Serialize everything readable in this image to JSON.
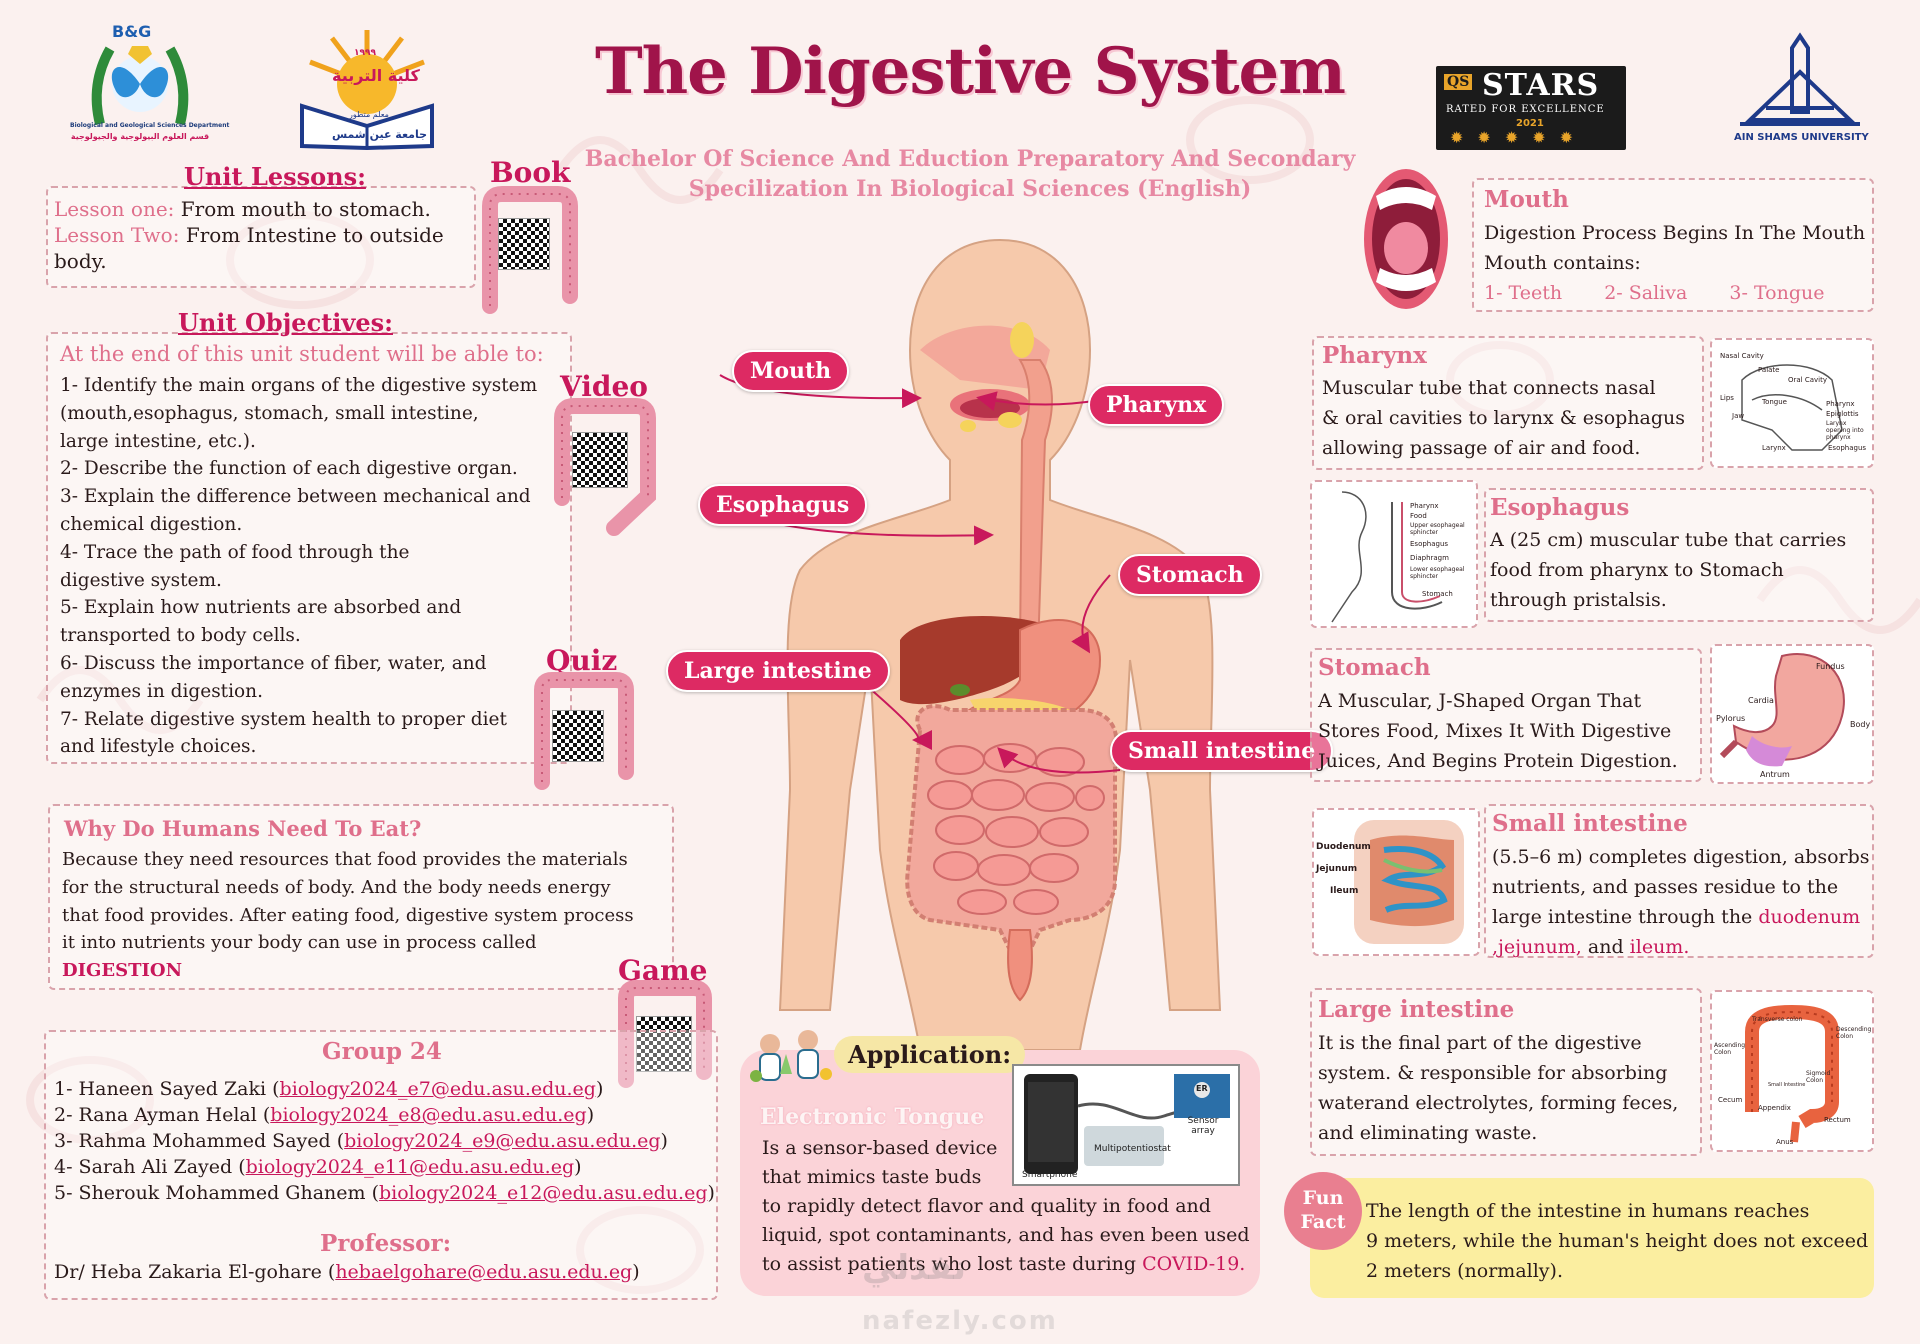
{
  "title": "The Digestive System",
  "subtitle_line1": "Bachelor Of Science And Eduction Preparatory And Secondary",
  "subtitle_line2": "Specilization In Biological Sciences (English)",
  "logos": {
    "bg_top": "B&G",
    "bg_caption_en": "Biological and Geological Sciences Department",
    "bg_caption_ar": "قسم العلوم البيولوجية والجيولوجية",
    "faculty_ar": "كلية التربية",
    "faculty_year": "١٩٩٩",
    "faculty_book_ar": "جامعة عين شمس",
    "faculty_sub_ar": "معلم متطور",
    "qs_line1": "QS",
    "qs_line2": "STARS",
    "qs_line3": "RATED FOR EXCELLENCE",
    "qs_year": "2021",
    "ain_shams": "AIN SHAMS UNIVERSITY"
  },
  "lessons": {
    "heading": "Unit Lessons:",
    "items": [
      {
        "label": "Lesson one:",
        "text": "From mouth to stomach."
      },
      {
        "label": "Lesson Two:",
        "text": "From Intestine to outside body."
      }
    ]
  },
  "qr_labels": {
    "book": "Book",
    "video": "Video",
    "quiz": "Quiz",
    "game": "Game"
  },
  "objectives": {
    "heading": "Unit Objectives:",
    "intro": "At the end of this unit student will be able to:",
    "items": [
      "1- Identify the main organs of the digestive system",
      "(mouth,esophagus, stomach, small intestine,",
      "large intestine, etc.).",
      "2- Describe the function of each digestive organ.",
      "3- Explain the difference between mechanical and",
      "chemical digestion.",
      "4- Trace the path of food through the",
      "digestive system.",
      "5- Explain how nutrients are absorbed and",
      "transported to body cells.",
      "6- Discuss the importance of fiber, water, and",
      "enzymes in digestion.",
      "7- Relate digestive system health to proper diet",
      "and lifestyle choices."
    ]
  },
  "why_eat": {
    "heading": "Why Do Humans Need To Eat?",
    "lines": [
      "Because they need resources that food provides the materials",
      "for the structural needs of body. And the body needs energy",
      "that food provides. After eating food, digestive system process",
      "it into nutrients your body can use in process called"
    ],
    "keyword": "DIGESTION"
  },
  "group": {
    "heading": "Group 24",
    "members": [
      {
        "name": "1- Haneen Sayed Zaki (",
        "email": "biology2024_e7@edu.asu.edu.eg",
        "close": ")"
      },
      {
        "name": "2- Rana Ayman Helal (",
        "email": "biology2024_e8@edu.asu.edu.eg",
        "close": ")"
      },
      {
        "name": "3- Rahma Mohammed Sayed (",
        "email": "biology2024_e9@edu.asu.edu.eg",
        "close": ")"
      },
      {
        "name": "4- Sarah Ali Zayed (",
        "email": "biology2024_e11@edu.asu.edu.eg",
        "close": ")"
      },
      {
        "name": "5- Sherouk Mohammed Ghanem (",
        "email": "biology2024_e12@edu.asu.edu.eg",
        "close": ")"
      }
    ],
    "prof_heading": "Professor:",
    "prof_name": "Dr/ Heba Zakaria El-gohare (",
    "prof_email": "hebaelgohare@edu.asu.edu.eg",
    "prof_close": ")"
  },
  "organ_pills": {
    "mouth": "Mouth",
    "pharynx": "Pharynx",
    "esophagus": "Esophagus",
    "stomach": "Stomach",
    "large_intestine": "Large intestine",
    "small_intestine": "Small intestine"
  },
  "application": {
    "heading": "Application:",
    "title": "Electronic Tongue",
    "lines_narrow": [
      "Is a sensor-based device",
      "that mimics taste buds"
    ],
    "lines_wide": [
      "to rapidly detect flavor and quality in food and",
      "liquid, spot contaminants, and has even been used"
    ],
    "last_line": "to assist patients who lost taste during",
    "covid": "COVID-19.",
    "device_labels": {
      "sensor": "Sensor array",
      "multi": "Multipotentiostat",
      "phone": "Smartphone",
      "er": "ER"
    }
  },
  "mouth": {
    "heading": "Mouth",
    "line1": "Digestion Process Begins In The Mouth",
    "line2": "Mouth contains:",
    "items": [
      "1- Teeth",
      "2- Saliva",
      "3- Tongue"
    ]
  },
  "pharynx": {
    "heading": "Pharynx",
    "lines": [
      "Muscular tube that connects nasal",
      "& oral cavities to larynx & esophagus",
      "allowing passage of air and food."
    ],
    "diagram_labels": [
      "Nasal Cavity",
      "Palate",
      "Oral Cavity",
      "Lips",
      "Tongue",
      "Jaw",
      "Pharynx",
      "Epiglottis",
      "Larynx opening into pharynx",
      "Larynx",
      "Esophagus"
    ]
  },
  "esophagus": {
    "heading": "Esophagus",
    "lines": [
      "A (25 cm) muscular tube that carries",
      "food from pharynx to Stomach",
      "through pristalsis."
    ],
    "diagram_labels": [
      "Pharynx",
      "Food",
      "Upper esophageal sphincter",
      "Esophagus",
      "Diaphragm",
      "Lower esophageal sphincter",
      "Stomach"
    ]
  },
  "stomach": {
    "heading": "Stomach",
    "lines": [
      "A Muscular, J-Shaped Organ That",
      "Stores Food, Mixes It With Digestive",
      "Juices, And Begins Protein Digestion."
    ],
    "diagram_labels": [
      "Fundus",
      "Cardia",
      "Pylorus",
      "Body",
      "Antrum"
    ]
  },
  "small_intestine": {
    "heading": "Small intestine",
    "lines": [
      "(5.5–6 m) completes digestion, absorbs",
      "nutrients, and passes residue to the"
    ],
    "line3_prefix": "large intestine through the",
    "duodenum": "duodenum",
    "jejunum": ",jejunum,",
    "and": "and",
    "ileum": "ileum.",
    "diagram_labels": [
      "Duodenum",
      "Jejunum",
      "Ileum"
    ]
  },
  "large_intestine": {
    "heading": "Large intestine",
    "lines": [
      "It is the final part of the digestive",
      "system. & responsible for absorbing",
      "waterand electrolytes, forming feces,",
      "and eliminating waste."
    ],
    "diagram_labels": [
      "Transverse colon",
      "Descending Colon",
      "Ascending Colon",
      "Small Intestine",
      "Sigmoid Colon",
      "Cecum",
      "Appendix",
      "Rectum",
      "Anus"
    ]
  },
  "fun_fact": {
    "badge_line1": "Fun",
    "badge_line2": "Fact",
    "lines": [
      "The length of the intestine in humans reaches",
      "9 meters, while the human's height does not exceed",
      "2 meters (normally)."
    ]
  },
  "watermark": {
    "ar": "نفذلي",
    "en": "nafezly.com"
  },
  "colors": {
    "accent": "#c8185b",
    "pill": "#dd2a63",
    "light": "#df6f8b",
    "fact_bg": "#fbeea0"
  }
}
